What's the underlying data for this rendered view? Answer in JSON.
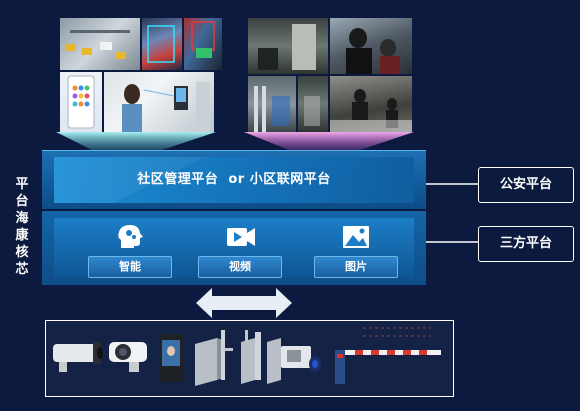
{
  "platform": {
    "title": "社区管理平台  or 小区联网平台",
    "vertical_label": "平台海康核芯"
  },
  "modules": [
    {
      "label": "智能",
      "icon": "brain-head-icon"
    },
    {
      "label": "视频",
      "icon": "video-camera-icon"
    },
    {
      "label": "图片",
      "icon": "image-icon"
    }
  ],
  "side_boxes": {
    "police": "公安平台",
    "third_party": "三方平台"
  },
  "devices": [
    "bullet-camera-icon",
    "box-camera-icon",
    "face-recognition-terminal-icon",
    "turnstile-gate-icon",
    "wide-turnstile-gate-icon",
    "license-plate-camera-icon",
    "parking-barrier-icon"
  ],
  "colors": {
    "background": "#0b1a3e",
    "layer_blue": "#1572b8",
    "accent_cyan": "#5cb2ee"
  }
}
